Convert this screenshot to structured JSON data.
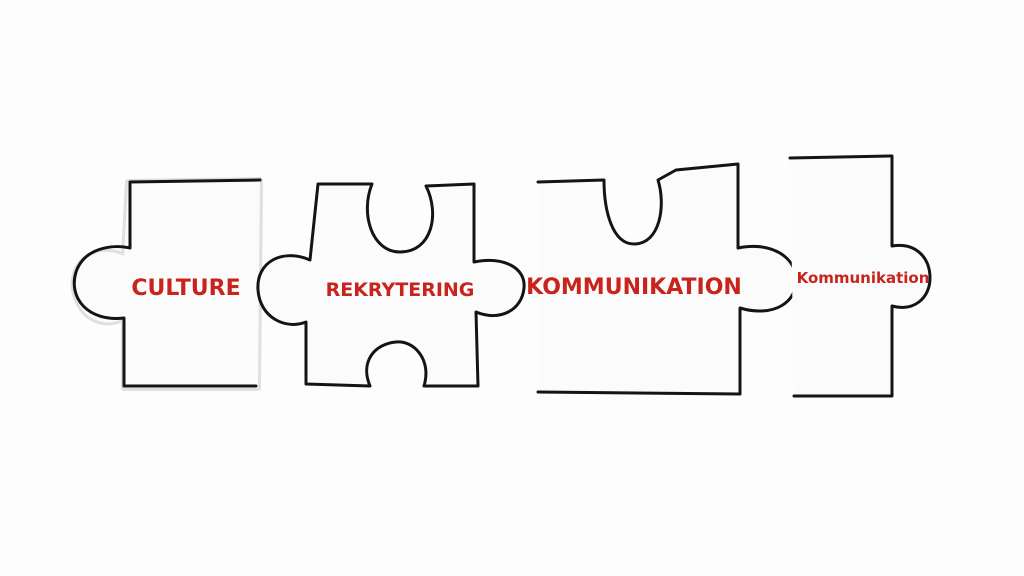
{
  "pieces": [
    {
      "label": "CULTURE"
    },
    {
      "label": "REKRYTERING"
    },
    {
      "label": "KOMMUNIKATION"
    },
    {
      "label": "Kommunikation"
    }
  ],
  "colors": {
    "label_color": "#c8231c",
    "outline_color": "#141414",
    "background": "#fdfdfd"
  }
}
